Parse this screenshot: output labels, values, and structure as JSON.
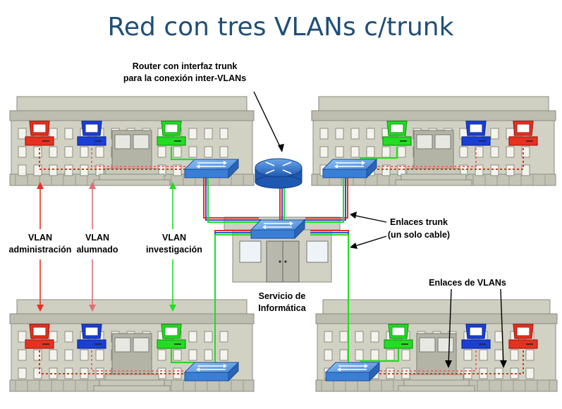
{
  "title": "Red con tres VLANs c/trunk",
  "labels": {
    "router_line1": "Router con interfaz trunk",
    "router_line2": "para la conexión inter-VLANs",
    "trunk_line1": "Enlaces trunk",
    "trunk_line2": "(un solo cable)",
    "vlan_admin_line1": "VLAN",
    "vlan_admin_line2": "administración",
    "vlan_alumnado_line1": "VLAN",
    "vlan_alumnado_line2": "alumnado",
    "vlan_invest_line1": "VLAN",
    "vlan_invest_line2": "investigación",
    "servicio_line1": "Servicio de",
    "servicio_line2": "Informática",
    "enlaces_vlans": "Enlaces de VLANs"
  },
  "colors": {
    "title": "#1f4e79",
    "vlan_admin": "#e83020",
    "vlan_alumnado": "#e07070",
    "vlan_investigacion": "#22dd22",
    "pc_blue": "#1a3fd6",
    "switch": "#3a7ed6",
    "router": "#2f6fc6",
    "building": "#d2d2c4"
  },
  "icons": [
    "pc-icon",
    "switch-icon",
    "router-icon",
    "building-icon"
  ]
}
